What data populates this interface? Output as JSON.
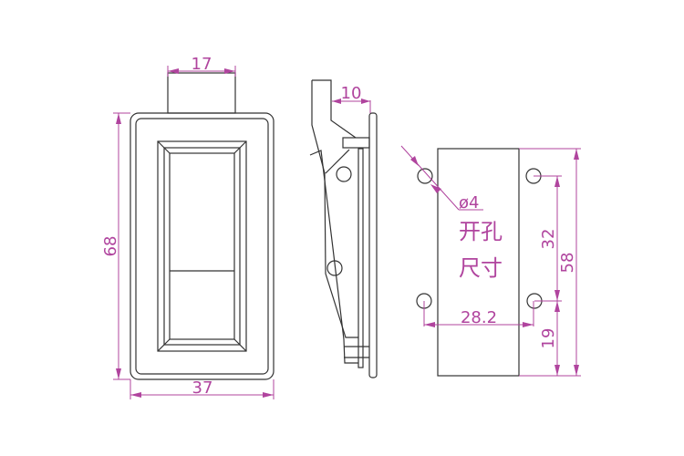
{
  "front_view": {
    "dim_top": "17",
    "dim_height": "68",
    "dim_width": "37"
  },
  "side_view": {
    "dim_depth": "10"
  },
  "cutout_view": {
    "hole_diameter": "ø4",
    "label_line1": "开孔",
    "label_line2": "尺寸",
    "dim_hole_spacing_h": "28.2",
    "dim_hole_spacing_v": "32",
    "dim_hole_offset": "19",
    "dim_total_height": "58"
  },
  "colors": {
    "dimension": "#b0449e",
    "outline": "#333333"
  }
}
